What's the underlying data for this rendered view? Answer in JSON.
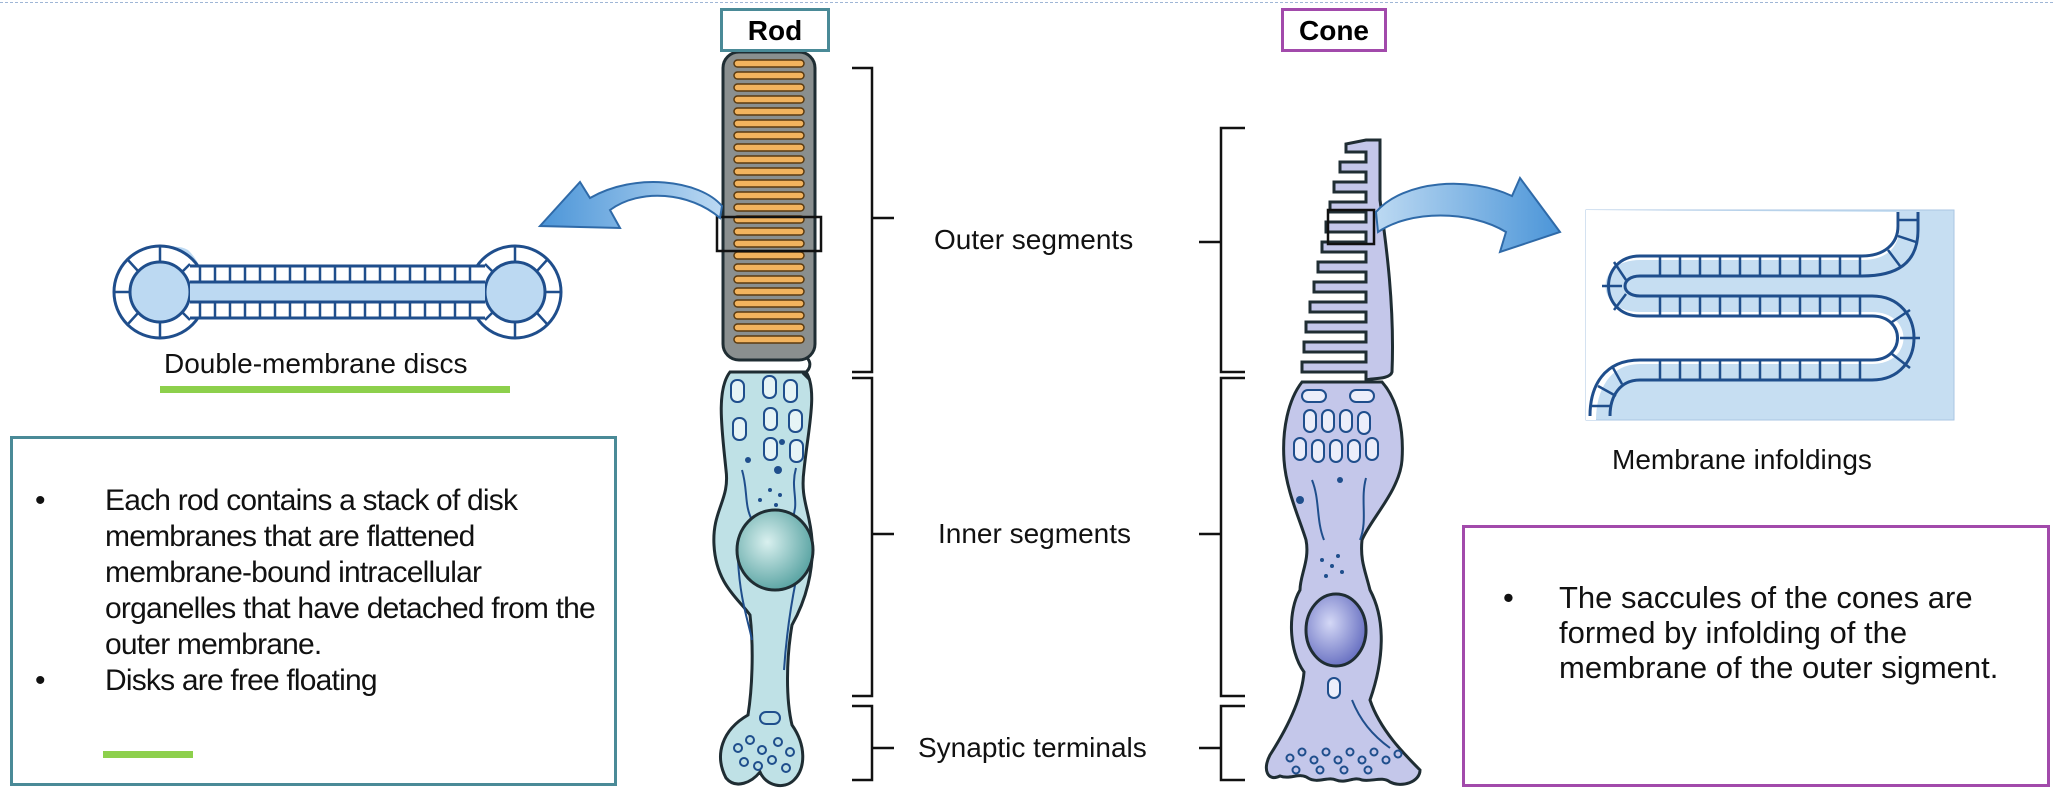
{
  "rod_title": "Rod",
  "cone_title": "Cone",
  "labels": {
    "outer_segments": "Outer segments",
    "inner_segments": "Inner segments",
    "synaptic_terminals": "Synaptic terminals",
    "double_membrane_discs": "Double-membrane discs",
    "membrane_infoldings": "Membrane infoldings"
  },
  "rod_notes": [
    "Each rod contains a stack  of disk membranes that are flattened membrane-bound intracellular organelles that have detached from the outer membrane.",
    "Disks are free floating"
  ],
  "cone_notes": [
    "The saccules of the cones are formed by infolding of the membrane of the outer sigment."
  ],
  "bullet": "•",
  "colors": {
    "rod_accent": "#4a8a97",
    "cone_accent": "#a24aab",
    "highlight": "#8dd04c",
    "rod_disc": "#f2b35e",
    "rod_outer": "#8a8f8f",
    "rod_inner": "#bfe1e6",
    "cone_body": "#c4c7ea",
    "membrane_blue": "#1f4e8c"
  }
}
